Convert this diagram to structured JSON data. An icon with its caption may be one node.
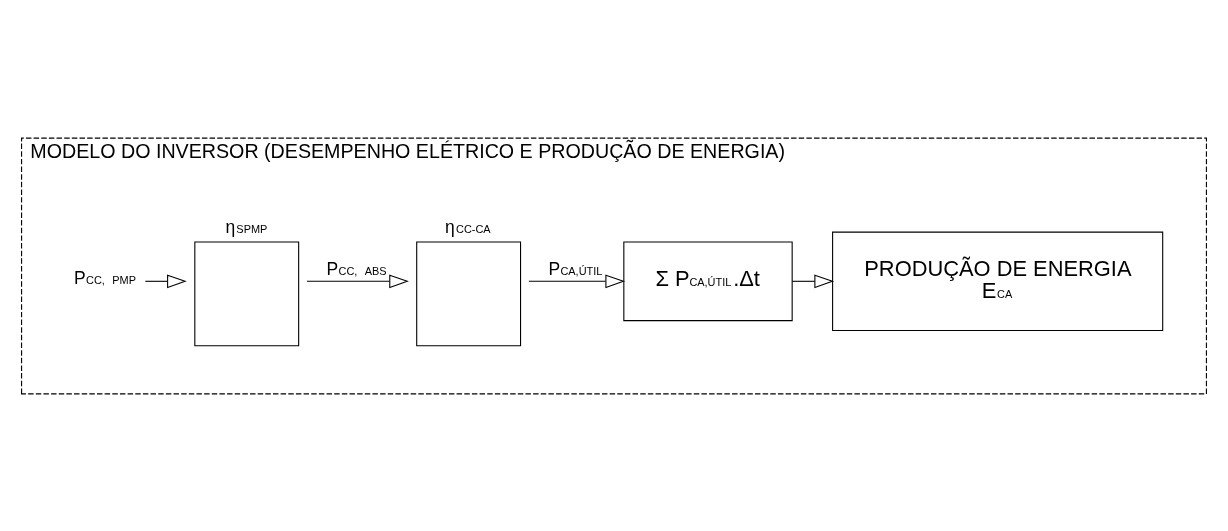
{
  "diagram": {
    "nodes": [
      {
        "text": [
          "MODELO DO INVERSOR (DESEMPENHO ELÉTRICO E PRODUÇÃO DE ENERGIA)"
        ]
      },
      {
        "text": [
          "P$_{CC,}$ $_{PMP}$"
        ],
        "in": 0
      },
      {
        "text": [
          "η$_{SPMP}$"
        ],
        "in": 0
      },
      {
        "text": [
          "η$_{CC-CA}$"
        ],
        "in": 0
      },
      {
        "text": [
          "Σ P$_{CA,ÚTIL}$.Δt"
        ],
        "in": 0
      },
      {
        "text": [
          "PRODUÇÃO DE ENERGIA",
          "E$_{CA}$"
        ],
        "in": 0
      }
    ],
    "edges": [
      {
        "from": 1,
        "to": 2,
        "arrow": "to"
      },
      {
        "from": 2,
        "to": 3,
        "arrow": "to",
        "label": "P$_{CC,}$ $_{ABS}$"
      },
      {
        "from": 3,
        "to": 4,
        "arrow": "to",
        "label": "P$_{CA,ÚTIL}$"
      },
      {
        "from": 4,
        "to": 5,
        "arrow": "to"
      }
    ]
  }
}
